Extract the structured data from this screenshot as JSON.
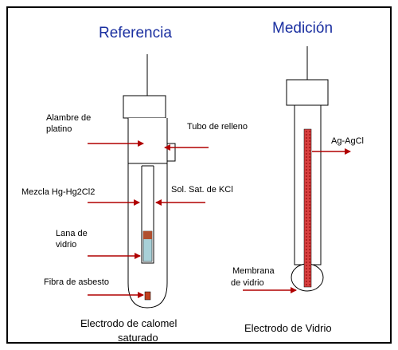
{
  "headings": {
    "reference": "Referencia",
    "measurement": "Medición"
  },
  "labels": {
    "platinum_wire_line1": "Alambre de",
    "platinum_wire_line2": "platino",
    "fill_tube": "Tubo de relleno",
    "hg_mixture": "Mezcla Hg-Hg2Cl2",
    "kcl_solution": "Sol. Sat. de KCl",
    "glass_wool_line1": "Lana de",
    "glass_wool_line2": "vidrio",
    "asbestos_fiber": "Fibra de asbesto",
    "ag_agcl": "Ag-AgCl",
    "glass_membrane_line1": "Membrana",
    "glass_membrane_line2": "de vidrio"
  },
  "captions": {
    "calomel_line1": "Electrodo de calomel",
    "calomel_line2": "saturado",
    "glass_electrode": "Electrodo de Vidrio"
  },
  "colors": {
    "outline": "#000000",
    "arrow": "#b00000",
    "heading": "#1a2fa0",
    "inner_rod": "#cc3333",
    "paste": "#a8d0d8",
    "paste_top": "#b05030"
  }
}
